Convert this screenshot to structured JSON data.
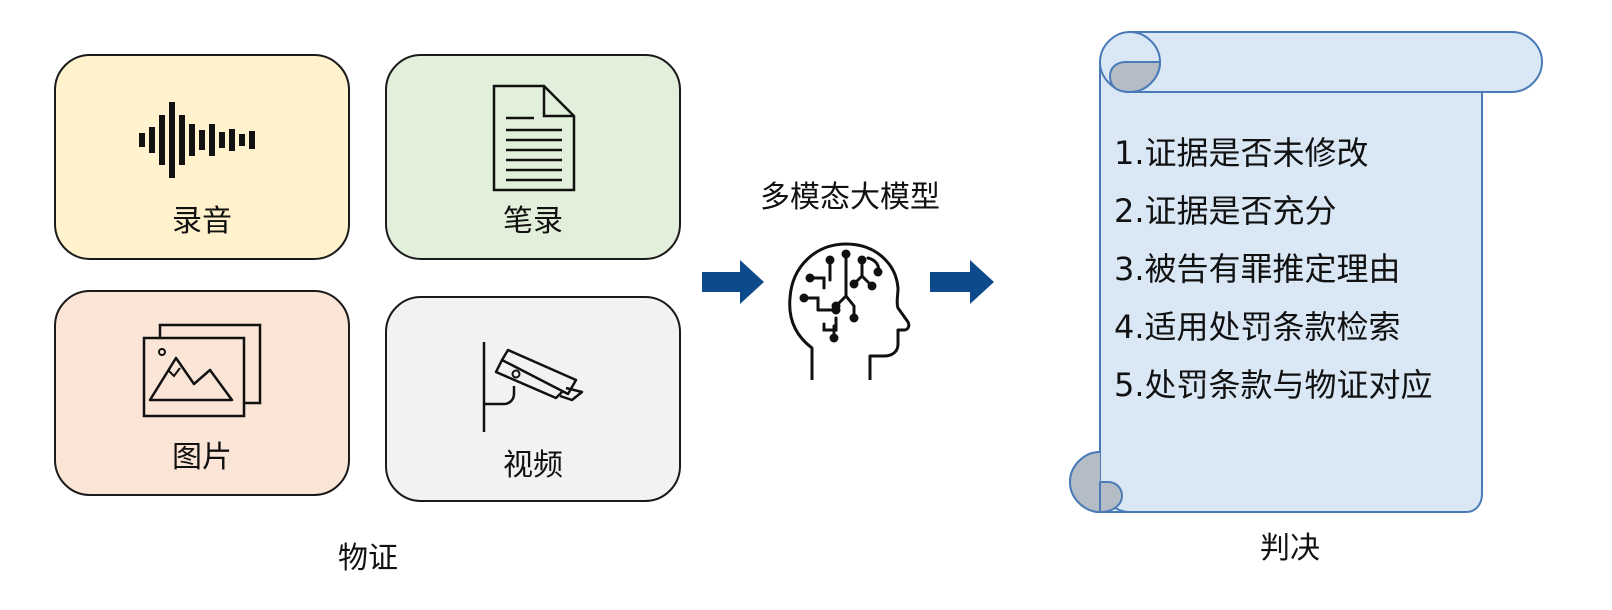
{
  "evidence": {
    "caption": "物证",
    "cards": {
      "audio": {
        "label": "录音",
        "icon": "sound-wave-icon",
        "color": "#fff2cc"
      },
      "notes": {
        "label": "笔录",
        "icon": "document-icon",
        "color": "#e2efda"
      },
      "image": {
        "label": "图片",
        "icon": "picture-icon",
        "color": "#fbe5d6"
      },
      "video": {
        "label": "视频",
        "icon": "surveillance-camera-icon",
        "color": "#f2f2f2"
      }
    }
  },
  "model": {
    "caption": "多模态大模型",
    "icon": "ai-brain-head-icon"
  },
  "judgment": {
    "caption": "判决",
    "items": [
      "1.证据是否未修改",
      "2.证据是否充分",
      "3.被告有罪推定理由",
      "4.适用处罚条款检索",
      "5.处罚条款与物证对应"
    ],
    "scroll_fill": "#dae8f6",
    "scroll_stroke": "#4a7bb7",
    "curl_fill": "#b4bcc6"
  },
  "arrow_color": "#0d4a8c"
}
